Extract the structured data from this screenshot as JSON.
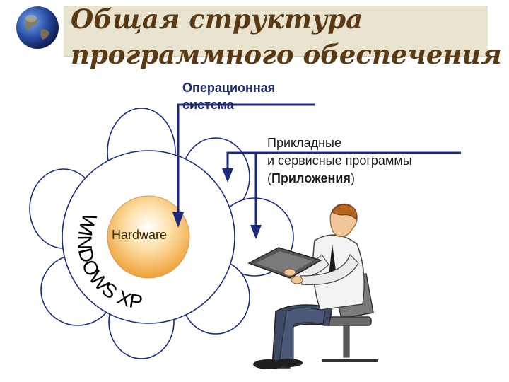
{
  "title": {
    "line1": "Общая структура",
    "line2": "программного обеспечения"
  },
  "os_label": {
    "line1": "Операционная",
    "line2": "система"
  },
  "apps_label": {
    "line1": "Прикладные",
    "line2": "и сервисные программы",
    "open": "(",
    "bold": "Приложения",
    "close": ")"
  },
  "hardware_label": "Hardware",
  "os_ring_text": "WINDOWS XP",
  "icons": {
    "globe": "globe-icon",
    "user": "person-at-computer-illustration"
  },
  "colors": {
    "title": "#5a3a14",
    "arrows": "#1a2a7c",
    "petal_stroke": "#1a2a7c",
    "hardware_fill": "#f3b04c"
  }
}
